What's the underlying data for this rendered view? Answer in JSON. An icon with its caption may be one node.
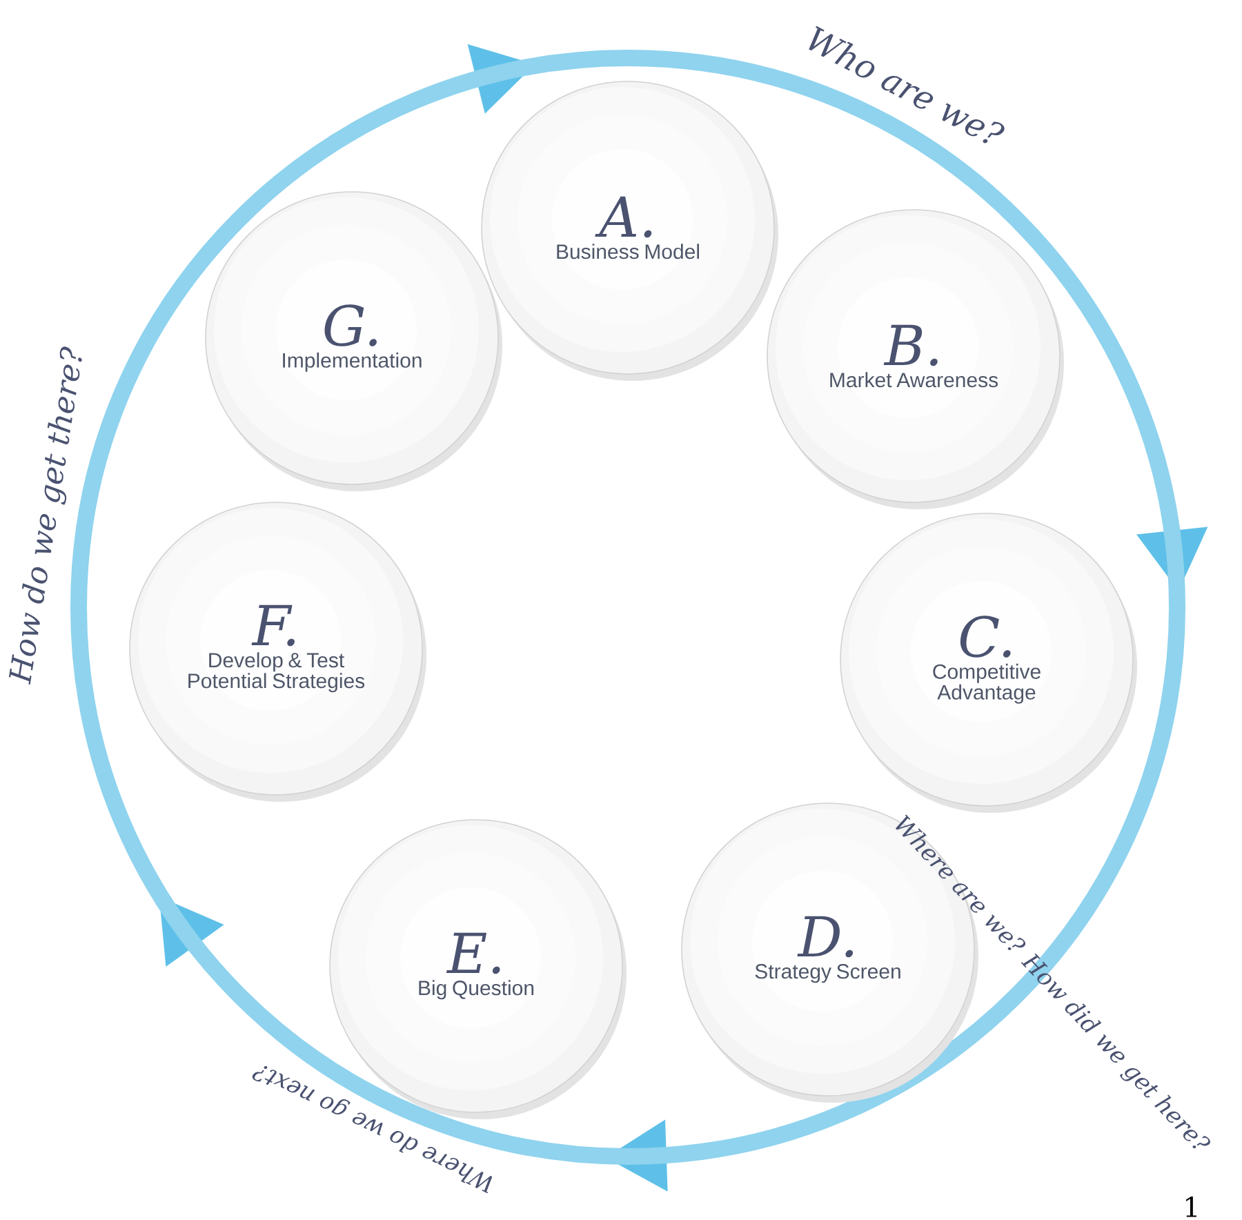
{
  "diagram": {
    "nodes": [
      {
        "text": [
          "A.",
          "Business Model"
        ]
      },
      {
        "text": [
          "B.",
          "Market Awareness"
        ]
      },
      {
        "text": [
          "C.",
          "Competitive Advantage"
        ]
      },
      {
        "text": [
          "D.",
          "Strategy Screen"
        ]
      },
      {
        "text": [
          "E.",
          "Big Question"
        ]
      },
      {
        "text": [
          "F.",
          "Develop & Test Potential Strategies"
        ]
      },
      {
        "text": [
          "G.",
          "Implementation"
        ]
      }
    ],
    "labels": [
      "Who are we?",
      "Where are we? How did we get here?",
      "Where do we go next?",
      "How do we get there?",
      "1"
    ]
  }
}
